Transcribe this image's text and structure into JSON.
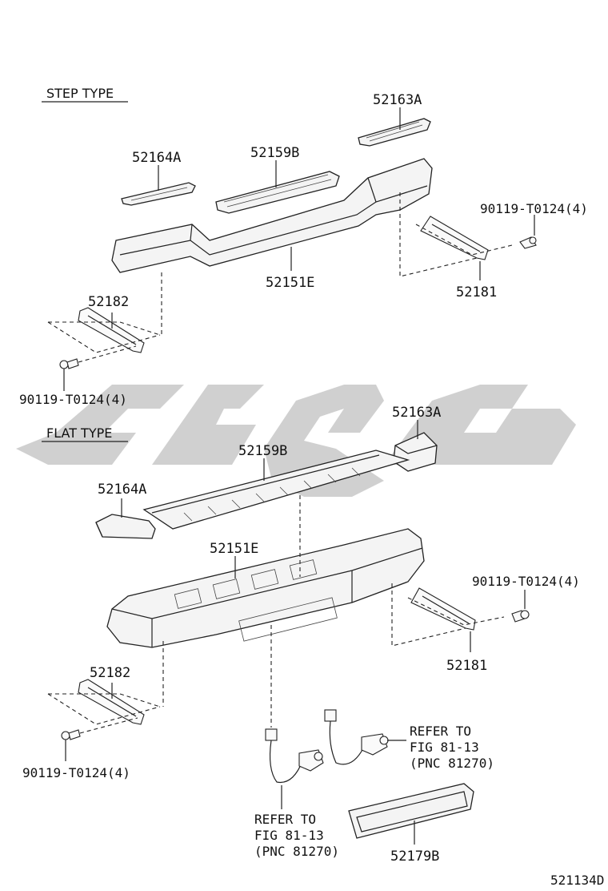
{
  "diagram": {
    "sections": {
      "step": "STEP TYPE",
      "flat": "FLAT TYPE"
    },
    "labels": {
      "step_52163A": "52163A",
      "step_52164A": "52164A",
      "step_52159B": "52159B",
      "step_90119_right": "90119-T0124(4)",
      "step_52151E": "52151E",
      "step_52181": "52181",
      "step_52182": "52182",
      "step_90119_left": "90119-T0124(4)",
      "flat_52163A": "52163A",
      "flat_52159B": "52159B",
      "flat_52164A": "52164A",
      "flat_52151E": "52151E",
      "flat_90119_right": "90119-T0124(4)",
      "flat_52181": "52181",
      "flat_52182": "52182",
      "flat_90119_left": "90119-T0124(4)",
      "refer_right_1": "REFER TO",
      "refer_right_2": "FIG 81-13",
      "refer_right_3": "(PNC 81270)",
      "refer_left_1": "REFER TO",
      "refer_left_2": "FIG 81-13",
      "refer_left_3": "(PNC 81270)",
      "flat_52179B": "52179B"
    },
    "figure_code": "521134D"
  }
}
